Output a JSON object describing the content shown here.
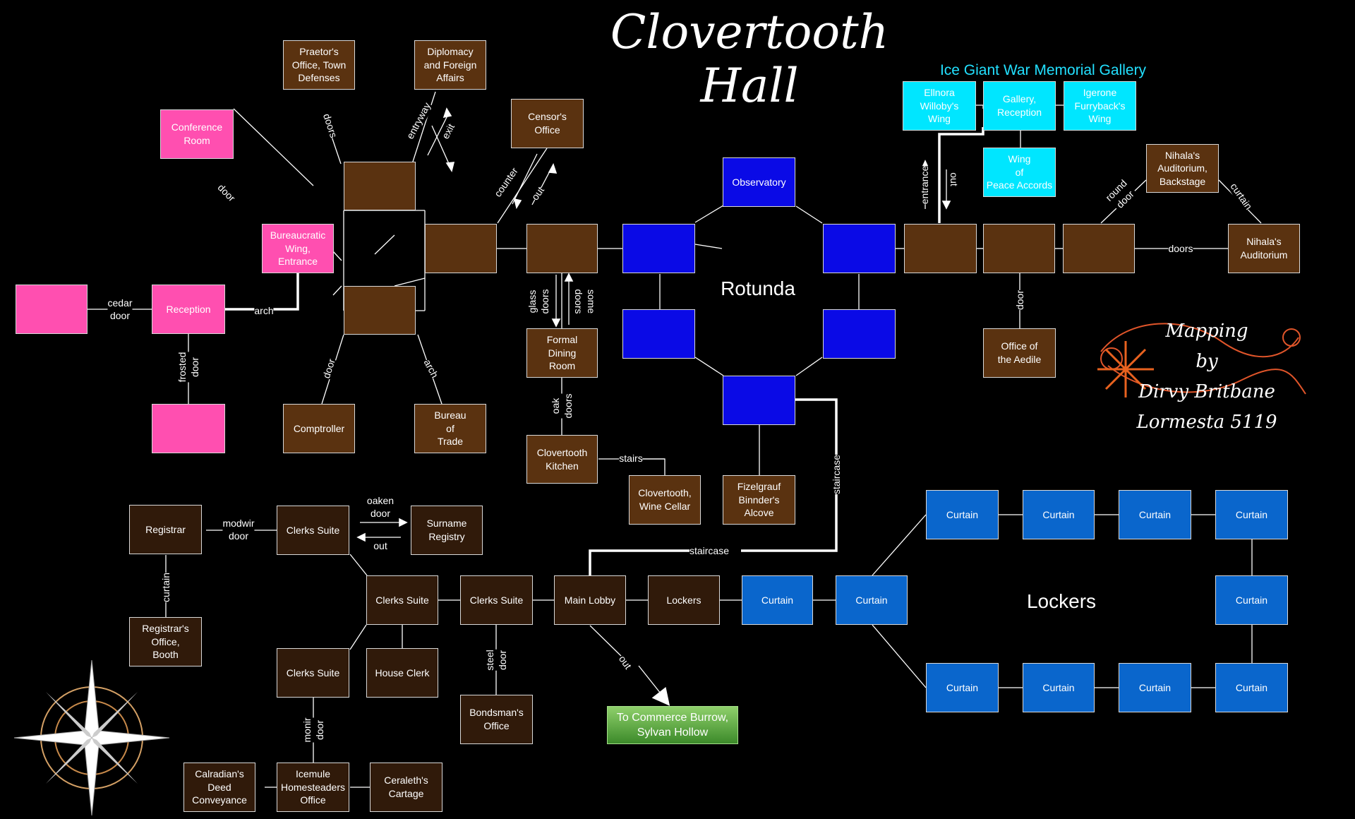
{
  "title": "Clovertooth\nHall",
  "gallery_title": "Ice Giant War Memorial Gallery",
  "rotunda_label": "Rotunda",
  "lockers_label": "Lockers",
  "credit": "Mapping\nby\nDirvy Britbane\nLormesta 5119",
  "rooms": {
    "praetor": "Praetor's\nOffice, Town\nDefenses",
    "diplomacy": "Diplomacy\nand Foreign\nAffairs",
    "conference": "Conference\nRoom",
    "censor": "Censor's\nOffice",
    "bureaucratic": "Bureaucratic\nWing,\nEntrance",
    "reception": "Reception",
    "comptroller": "Comptroller",
    "bureau_trade": "Bureau\nof\nTrade",
    "formal_dining": "Formal\nDining\nRoom",
    "kitchen": "Clovertooth\nKitchen",
    "wine_cellar": "Clovertooth,\nWine Cellar",
    "observatory": "Observatory",
    "fizelgrauf": "Fizelgrauf\nBinnder's\nAlcove",
    "ellnora": "Ellnora\nWilloby's\nWing",
    "gallery_reception": "Gallery,\nReception",
    "igerone": "Igerone\nFurryback's\nWing",
    "peace_accords": "Wing\nof\nPeace Accords",
    "nihala_backstage": "Nihala's\nAuditorium,\nBackstage",
    "nihala_auditorium": "Nihala's\nAuditorium",
    "aedile": "Office of\nthe Aedile",
    "registrar": "Registrar",
    "clerks_suite": "Clerks Suite",
    "surname_registry": "Surname\nRegistry",
    "registrar_office": "Registrar's\nOffice,\nBooth",
    "house_clerk": "House Clerk",
    "main_lobby": "Main Lobby",
    "lockers": "Lockers",
    "curtain": "Curtain",
    "bondsman": "Bondsman's\nOffice",
    "commerce_burrow": "To Commerce Burrow,\nSylvan Hollow",
    "calradian": "Calradian's\nDeed\nConveyance",
    "icemule": "Icemule\nHomesteaders\nOffice",
    "ceraleth": "Ceraleth's\nCartage"
  },
  "labels": {
    "cedar_door": "cedar\ndoor",
    "arch": "arch",
    "door": "door",
    "doors": "doors",
    "frosted_door": "frosted\ndoor",
    "entryway": "entryway",
    "exit": "exit",
    "counter": "counter",
    "out": "out",
    "glass_doors": "glass\ndoors",
    "some_doors": "some\ndoors",
    "oak_doors": "oak\ndoors",
    "stairs": "stairs",
    "staircase": "staircase",
    "entrance": "entrance",
    "round_door": "round\ndoor",
    "curtain": "curtain",
    "modwir_door": "modwir\ndoor",
    "oaken_door": "oaken\ndoor",
    "steel_door": "steel\ndoor",
    "monir_door": "monir\ndoor"
  },
  "colors": {
    "brown": "#5a3210",
    "dark_brown": "#301a0a",
    "pink": "#ff4fb0",
    "rotunda_blue": "#0a0ae6",
    "locker_blue": "#0a66cc",
    "gallery_cyan": "#00e6ff",
    "exit_green": "#5aa83c"
  }
}
